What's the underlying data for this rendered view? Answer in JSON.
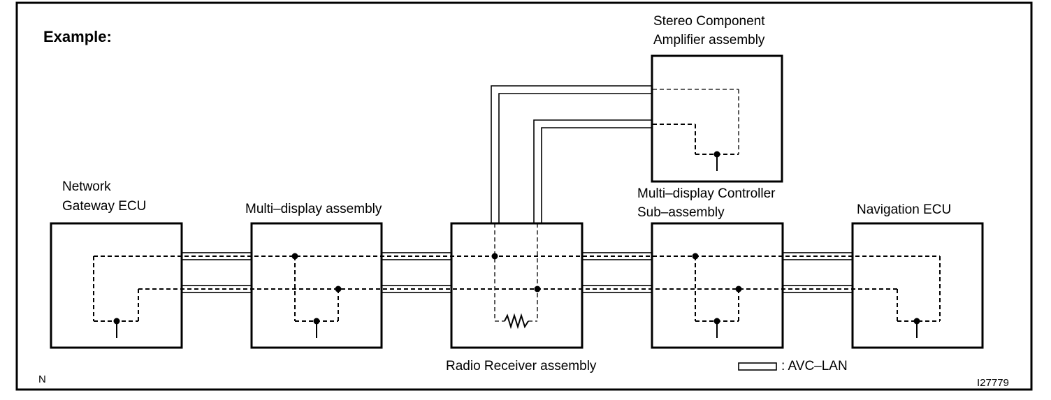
{
  "diagram": {
    "title": "Example:",
    "corner_left": "N",
    "corner_right": "I27779",
    "legend_text": ": AVC–LAN",
    "components": {
      "network_gateway": [
        "Network",
        "Gateway ECU"
      ],
      "multi_display": [
        "Multi–display assembly"
      ],
      "radio_receiver": [
        "Radio Receiver assembly"
      ],
      "stereo_amp": [
        "Stereo Component",
        "Amplifier assembly"
      ],
      "md_controller": [
        "Multi–display Controller",
        "Sub–assembly"
      ],
      "navigation": [
        "Navigation ECU"
      ]
    },
    "colors": {
      "ink": "#000000",
      "paper": "#ffffff"
    }
  }
}
